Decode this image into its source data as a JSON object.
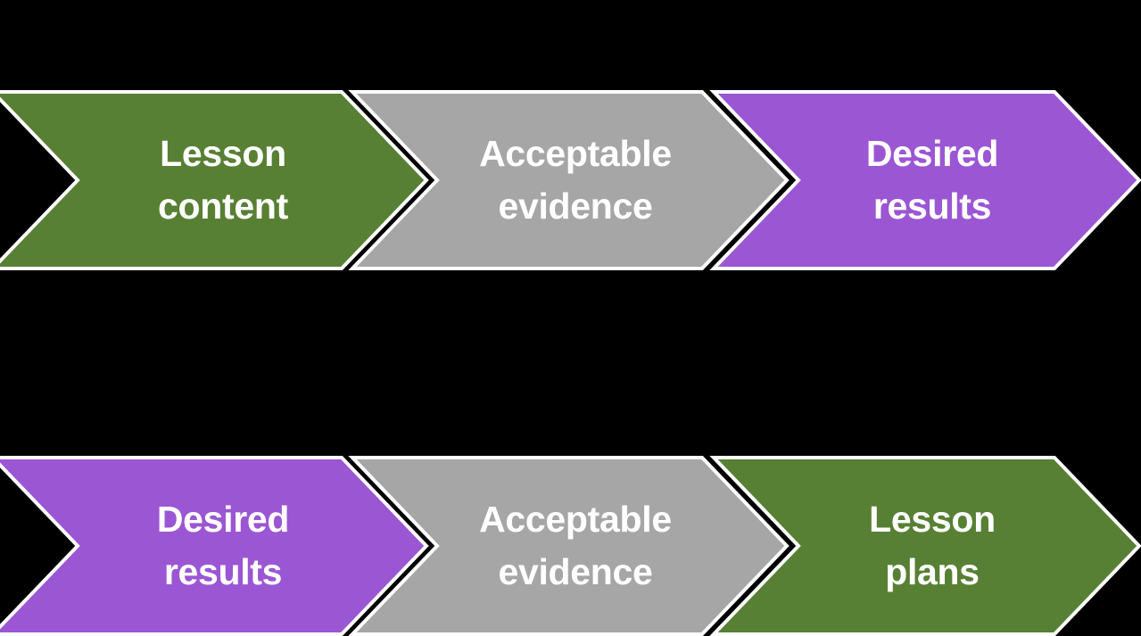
{
  "diagram": {
    "type": "chevron-process-flow",
    "background_color": "#000000",
    "text_color": "#FFFFFF",
    "outline_color": "#FFFFFF",
    "colors": {
      "green": "#588034",
      "gray": "#A6A6A6",
      "purple": "#9B56D4"
    },
    "rows": [
      {
        "row_name": "forward-design-row",
        "steps": [
          {
            "color_key": "green",
            "fill": "#588034",
            "line1": "Lesson",
            "line2": "content"
          },
          {
            "color_key": "gray",
            "fill": "#A6A6A6",
            "line1": "Acceptable",
            "line2": "evidence"
          },
          {
            "color_key": "purple",
            "fill": "#9B56D4",
            "line1": "Desired",
            "line2": "results"
          }
        ]
      },
      {
        "row_name": "backward-design-row",
        "steps": [
          {
            "color_key": "purple",
            "fill": "#9B56D4",
            "line1": "Desired",
            "line2": "results"
          },
          {
            "color_key": "gray",
            "fill": "#A6A6A6",
            "line1": "Acceptable",
            "line2": "evidence"
          },
          {
            "color_key": "green",
            "fill": "#588034",
            "line1": "Lesson",
            "line2": "plans"
          }
        ]
      }
    ]
  }
}
